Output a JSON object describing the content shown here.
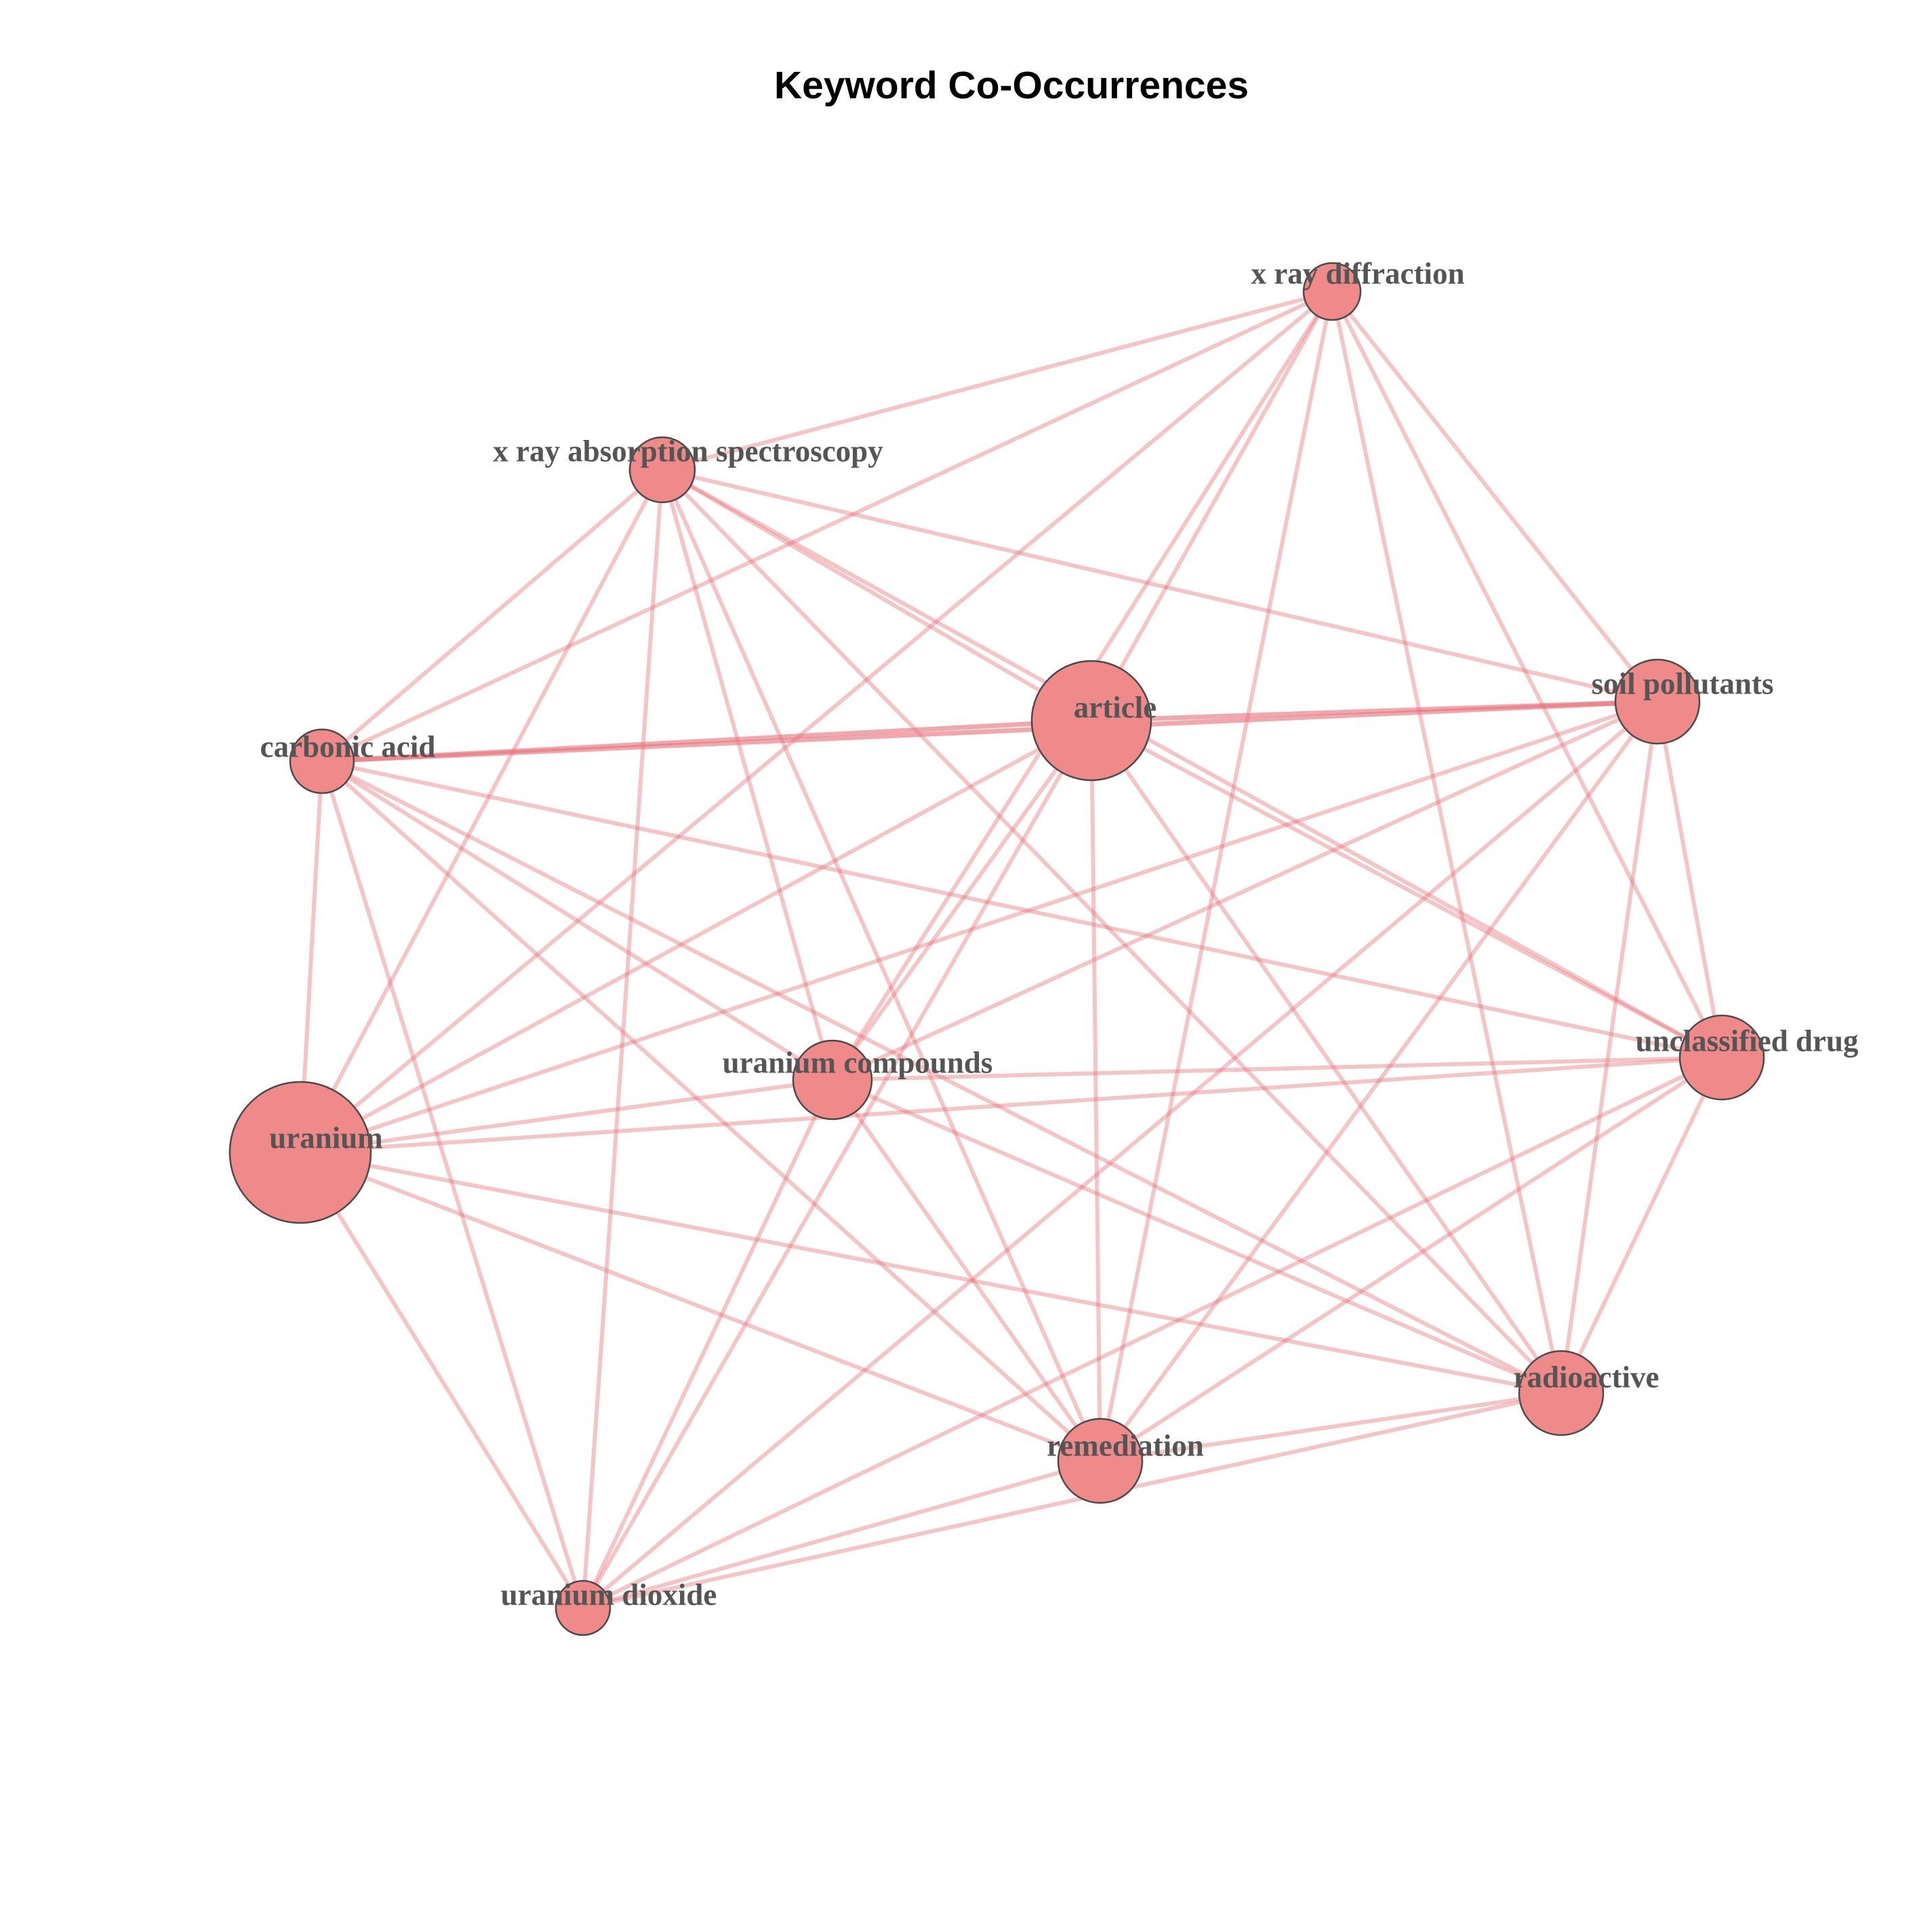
{
  "title": "Keyword Co-Occurrences",
  "colors": {
    "node_fill": "#f08a8a",
    "node_stroke": "#4a4a4a",
    "edge": "#e8737a",
    "label": "#555555",
    "title": "#000000"
  },
  "nodes": [
    {
      "id": "x-ray-diffraction",
      "label": "x ray diffraction"
    },
    {
      "id": "x-ray-absorption-spectroscopy",
      "label": "x ray absorption spectroscopy"
    },
    {
      "id": "article",
      "label": "article"
    },
    {
      "id": "soil-pollutants",
      "label": "soil pollutants"
    },
    {
      "id": "carbonic-acid",
      "label": "carbonic acid"
    },
    {
      "id": "unclassified-drug",
      "label": "unclassified drug"
    },
    {
      "id": "uranium-compounds",
      "label": "uranium compounds"
    },
    {
      "id": "uranium",
      "label": "uranium"
    },
    {
      "id": "radioactive",
      "label": "radioactive"
    },
    {
      "id": "remediation",
      "label": "remediation"
    },
    {
      "id": "uranium-dioxide",
      "label": "uranium dioxide"
    }
  ],
  "edges": [
    [
      "x-ray-diffraction",
      "x-ray-absorption-spectroscopy"
    ],
    [
      "x-ray-diffraction",
      "carbonic-acid"
    ],
    [
      "x-ray-diffraction",
      "uranium"
    ],
    [
      "x-ray-diffraction",
      "article"
    ],
    [
      "x-ray-diffraction",
      "uranium-compounds"
    ],
    [
      "x-ray-diffraction",
      "remediation"
    ],
    [
      "x-ray-diffraction",
      "radioactive"
    ],
    [
      "x-ray-diffraction",
      "unclassified-drug"
    ],
    [
      "x-ray-diffraction",
      "soil-pollutants"
    ],
    [
      "x-ray-absorption-spectroscopy",
      "carbonic-acid"
    ],
    [
      "x-ray-absorption-spectroscopy",
      "uranium"
    ],
    [
      "x-ray-absorption-spectroscopy",
      "uranium-dioxide"
    ],
    [
      "x-ray-absorption-spectroscopy",
      "uranium-compounds"
    ],
    [
      "x-ray-absorption-spectroscopy",
      "remediation"
    ],
    [
      "x-ray-absorption-spectroscopy",
      "article"
    ],
    [
      "x-ray-absorption-spectroscopy",
      "radioactive"
    ],
    [
      "x-ray-absorption-spectroscopy",
      "unclassified-drug"
    ],
    [
      "x-ray-absorption-spectroscopy",
      "soil-pollutants"
    ],
    [
      "carbonic-acid",
      "article",
      "strong"
    ],
    [
      "carbonic-acid",
      "soil-pollutants",
      "strong"
    ],
    [
      "carbonic-acid",
      "uranium"
    ],
    [
      "carbonic-acid",
      "uranium-dioxide"
    ],
    [
      "carbonic-acid",
      "uranium-compounds"
    ],
    [
      "carbonic-acid",
      "remediation"
    ],
    [
      "carbonic-acid",
      "radioactive"
    ],
    [
      "carbonic-acid",
      "unclassified-drug"
    ],
    [
      "article",
      "soil-pollutants",
      "strong"
    ],
    [
      "article",
      "uranium"
    ],
    [
      "article",
      "uranium-compounds"
    ],
    [
      "article",
      "uranium-dioxide"
    ],
    [
      "article",
      "remediation"
    ],
    [
      "article",
      "radioactive"
    ],
    [
      "article",
      "unclassified-drug"
    ],
    [
      "soil-pollutants",
      "uranium"
    ],
    [
      "soil-pollutants",
      "uranium-compounds"
    ],
    [
      "soil-pollutants",
      "remediation"
    ],
    [
      "soil-pollutants",
      "uranium-dioxide"
    ],
    [
      "soil-pollutants",
      "radioactive"
    ],
    [
      "soil-pollutants",
      "unclassified-drug"
    ],
    [
      "uranium-compounds",
      "uranium-dioxide"
    ],
    [
      "uranium-compounds",
      "remediation"
    ],
    [
      "uranium-compounds",
      "radioactive"
    ],
    [
      "uranium-compounds",
      "unclassified-drug"
    ],
    [
      "uranium-compounds",
      "uranium"
    ],
    [
      "uranium",
      "uranium-dioxide"
    ],
    [
      "uranium",
      "remediation"
    ],
    [
      "uranium",
      "radioactive"
    ],
    [
      "uranium",
      "unclassified-drug"
    ],
    [
      "unclassified-drug",
      "radioactive"
    ],
    [
      "unclassified-drug",
      "remediation"
    ],
    [
      "unclassified-drug",
      "uranium-dioxide"
    ],
    [
      "remediation",
      "radioactive"
    ],
    [
      "remediation",
      "uranium-dioxide"
    ],
    [
      "radioactive",
      "uranium-dioxide"
    ]
  ]
}
